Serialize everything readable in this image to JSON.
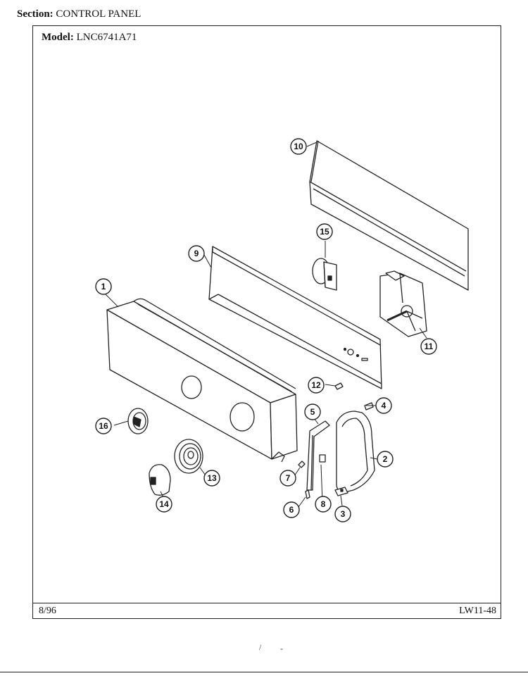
{
  "header": {
    "section_label": "Section:",
    "section_value": "CONTROL PANEL"
  },
  "model": {
    "label": "Model:",
    "value": "LNC6741A71"
  },
  "footer": {
    "date": "8/96",
    "code": "LW11-48"
  },
  "callouts": [
    "1",
    "2",
    "3",
    "4",
    "5",
    "6",
    "7",
    "8",
    "9",
    "10",
    "11",
    "12",
    "13",
    "14",
    "15",
    "16"
  ],
  "scan_marks": [
    "/",
    "-"
  ]
}
